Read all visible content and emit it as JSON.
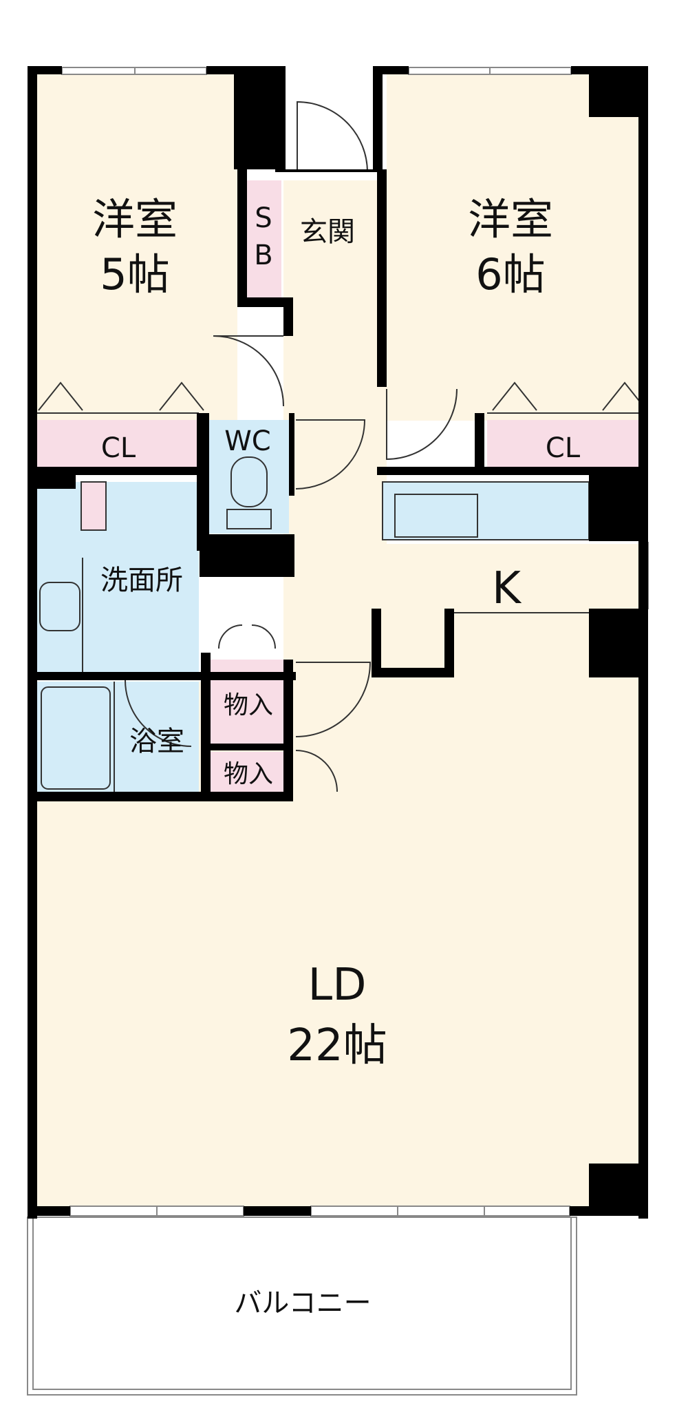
{
  "rooms": {
    "western_room_1": {
      "name": "洋室",
      "size": "5帖"
    },
    "western_room_2": {
      "name": "洋室",
      "size": "6帖"
    },
    "entrance": "玄関",
    "shoe_box": [
      "S",
      "B"
    ],
    "closet_1": "CL",
    "closet_2": "CL",
    "wc": "WC",
    "washroom": "洗面所",
    "bathroom": "浴室",
    "storage_1": "物入",
    "storage_2": "物入",
    "kitchen": "K",
    "living_dining": {
      "name": "LD",
      "size": "22帖"
    },
    "balcony": "バルコニー"
  },
  "colors": {
    "room_fill": "#fdf5e3",
    "wet_fill": "#d3ecf8",
    "closet_fill": "#f8dde6",
    "wall": "#000000"
  }
}
